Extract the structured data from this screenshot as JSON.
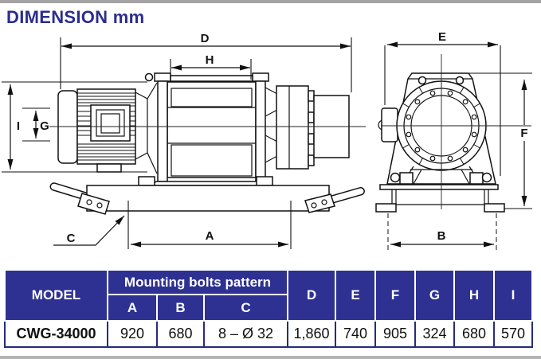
{
  "title": "DIMENSION mm",
  "colors": {
    "title_text": "#2b2d8e",
    "table_header_bg": "#2e3192",
    "table_border": "#272b7d",
    "line_color": "#111111"
  },
  "drawing": {
    "labels": {
      "D": "D",
      "H": "H",
      "I": "I",
      "G": "G",
      "C": "C",
      "A": "A",
      "E": "E",
      "F": "F",
      "B": "B"
    }
  },
  "table": {
    "model_header": "MODEL",
    "group_header": "Mounting bolts pattern",
    "sub_headers": [
      "A",
      "B",
      "C"
    ],
    "dim_headers": [
      "D",
      "E",
      "F",
      "G",
      "H",
      "I"
    ],
    "rows": [
      {
        "model": "CWG-34000",
        "values": [
          "920",
          "680",
          "8 – Ø 32",
          "1,860",
          "740",
          "905",
          "324",
          "680",
          "570"
        ]
      }
    ]
  }
}
